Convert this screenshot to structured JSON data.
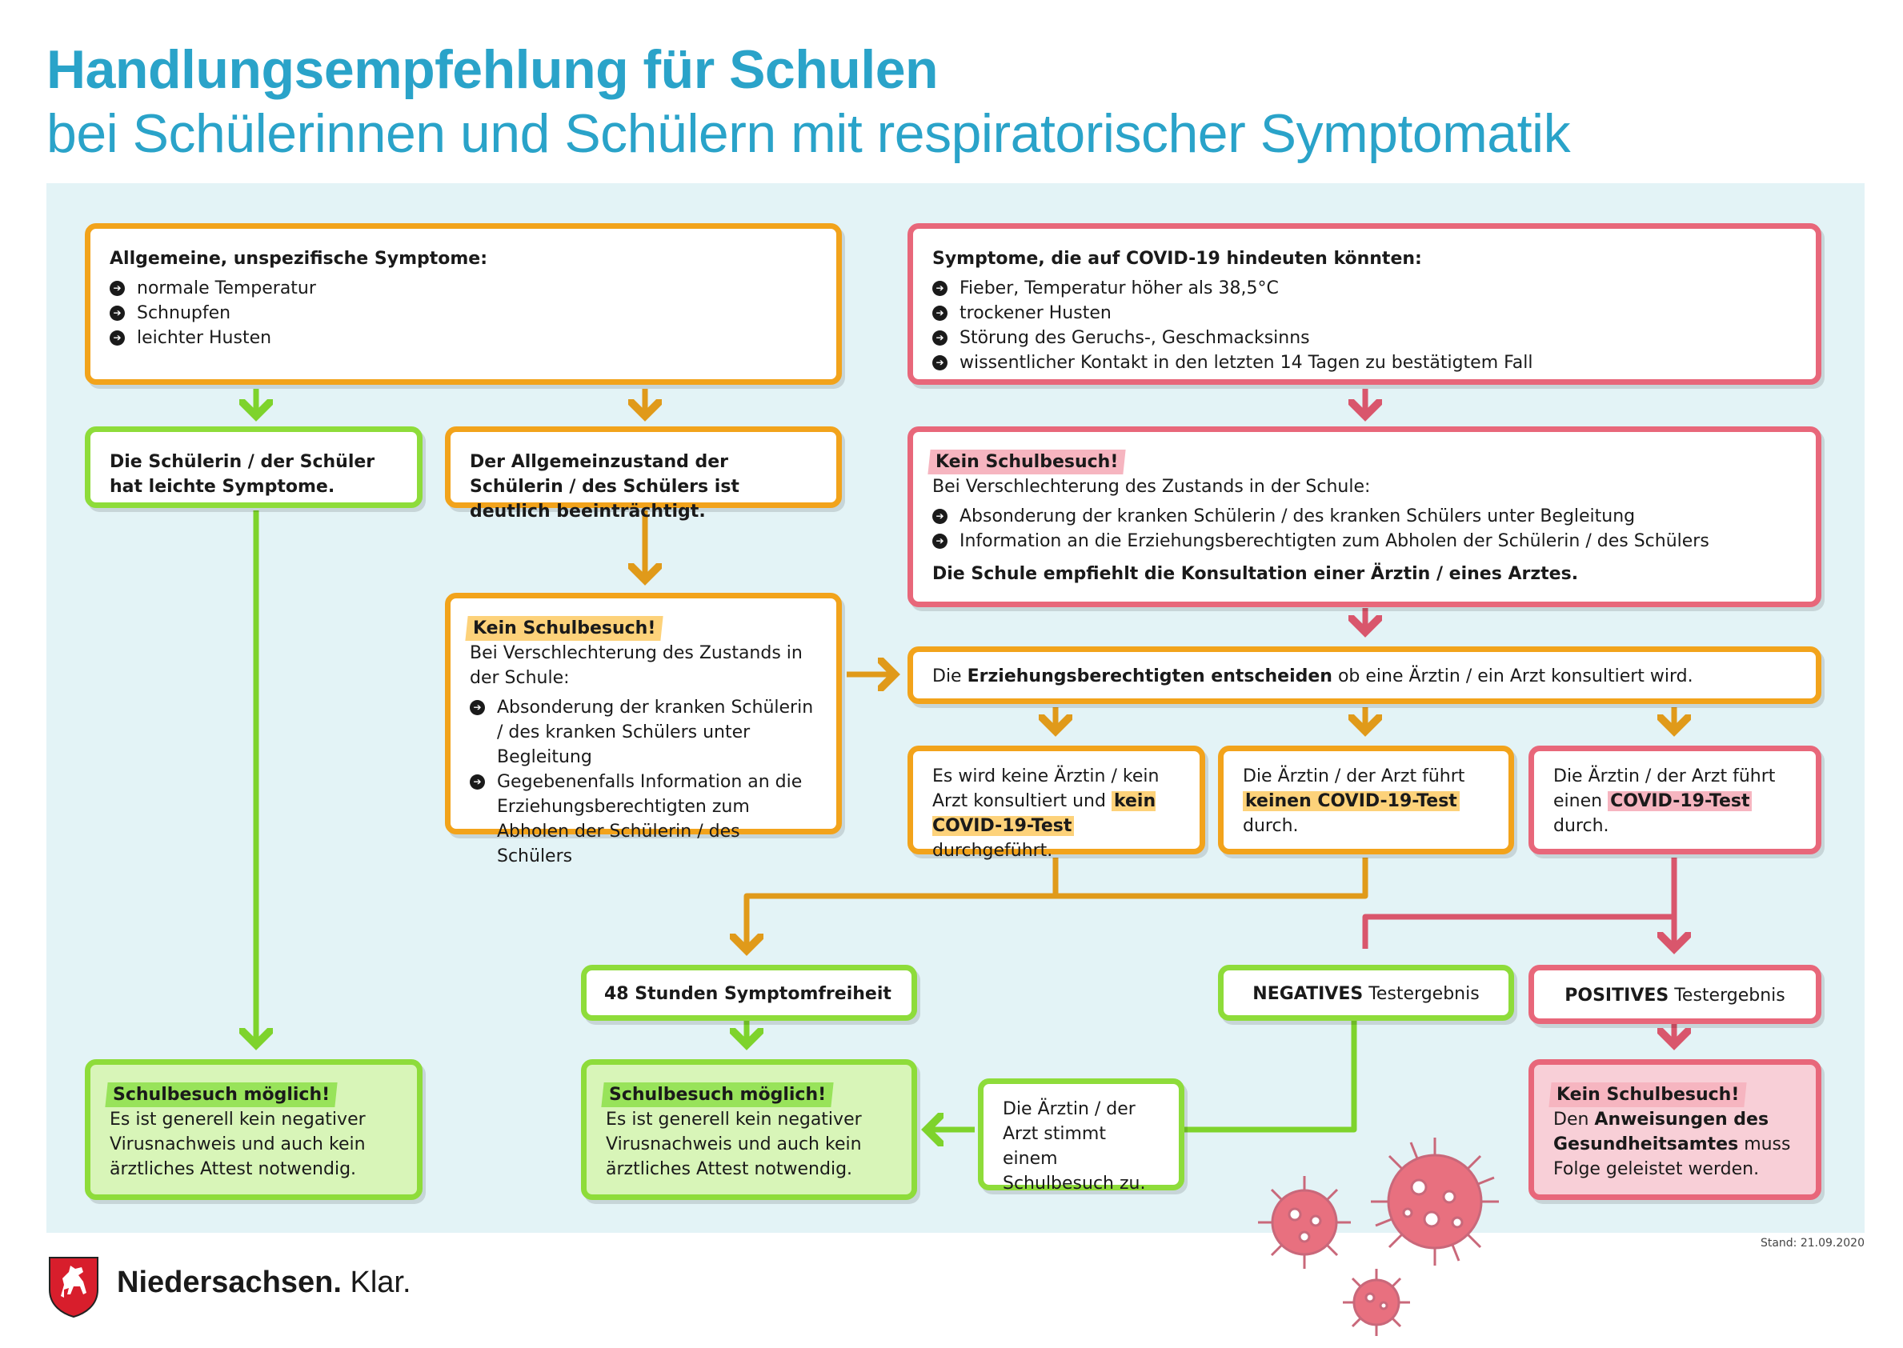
{
  "title": {
    "line1": "Handlungsempfehlung für Schulen",
    "line2": "bei Schülerinnen und Schülern mit respiratorischer Symptomatik"
  },
  "colors": {
    "title": "#2aa3c9",
    "panel": "#e3f3f6",
    "orange": "#f2a31b",
    "green": "#8edc3a",
    "red": "#e8677a",
    "arrow_orange": "#e09a1a",
    "arrow_red": "#d9566c",
    "arrow_green": "#7ed32c"
  },
  "general_symptoms": {
    "heading": "Allgemeine, unspezifische Symptome:",
    "items": [
      "normale Temperatur",
      "Schnupfen",
      "leichter Husten"
    ]
  },
  "covid_symptoms": {
    "heading": "Symptome, die auf COVID-19 hindeuten könnten:",
    "items": [
      "Fieber, Temperatur höher als 38,5°C",
      "trockener Husten",
      "Störung des Geruchs-, Geschmacksinns",
      "wissentlicher Kontakt in den letzten 14 Tagen zu bestätigtem Fall"
    ]
  },
  "mild": {
    "text": "Die Schülerin / der Schüler hat leichte Symptome."
  },
  "impaired": {
    "text": "Der Allgemeinzustand der Schülerin / des Schülers ist deutlich beeinträchtigt."
  },
  "no_school_orange": {
    "badge": "Kein Schulbesuch!",
    "intro": "Bei Verschlechterung des Zustands in der Schule:",
    "items": [
      "Absonderung der kranken Schülerin / des kranken Schülers unter Begleitung",
      "Gegebenenfalls Information an die Erziehungsberechtigten zum Abholen der Schülerin / des Schülers"
    ]
  },
  "no_school_red": {
    "badge": "Kein Schulbesuch!",
    "intro": "Bei Verschlechterung des Zustands in der Schule:",
    "items": [
      "Absonderung der kranken Schülerin / des kranken Schülers unter Begleitung",
      "Information an die Erziehungsberechtigten zum Abholen der Schülerin / des Schülers"
    ],
    "footer": "Die Schule empfiehlt die Konsultation einer Ärztin / eines Arztes."
  },
  "guardians": {
    "pre": "Die",
    "bold": "Erziehungsberechtigten entscheiden",
    "post": "ob eine Ärztin / ein Arzt konsultiert wird."
  },
  "option_none": {
    "pre": "Es wird keine Ärztin / kein Arzt konsultiert und",
    "mark": "kein COVID-19-Test",
    "post": "durchgeführt."
  },
  "option_no_test": {
    "pre": "Die Ärztin / der Arzt führt",
    "mark": "keinen COVID-19-Test",
    "post": "durch."
  },
  "option_test": {
    "pre": "Die Ärztin / der Arzt führt einen",
    "mark": "COVID-19-Test",
    "post": "durch."
  },
  "symptom_free": {
    "text": "48 Stunden Symptomfreiheit"
  },
  "negative": {
    "bold": "NEGATIVES",
    "rest": "Testergebnis"
  },
  "positive": {
    "bold": "POSITIVES",
    "rest": "Testergebnis"
  },
  "doctor_agrees": {
    "text": "Die Ärztin / der Arzt stimmt einem Schulbesuch zu."
  },
  "school_ok_left": {
    "badge": "Schulbesuch möglich!",
    "text": "Es ist generell kein negativer Virusnachweis und auch kein ärztliches Attest notwendig."
  },
  "school_ok_mid": {
    "badge": "Schulbesuch möglich!",
    "text": "Es ist generell kein negativer Virusnachweis und auch kein ärztliches Attest notwendig."
  },
  "no_school_positive": {
    "badge": "Kein Schulbesuch!",
    "pre": "Den",
    "bold": "Anweisungen des Gesundheitsamtes",
    "post": "muss Folge geleistet werden."
  },
  "stand": "Stand: 21.09.2020",
  "logo": {
    "name": "Niedersachsen.",
    "claim": "Klar.",
    "icon": "horse-coat-of-arms-icon"
  }
}
